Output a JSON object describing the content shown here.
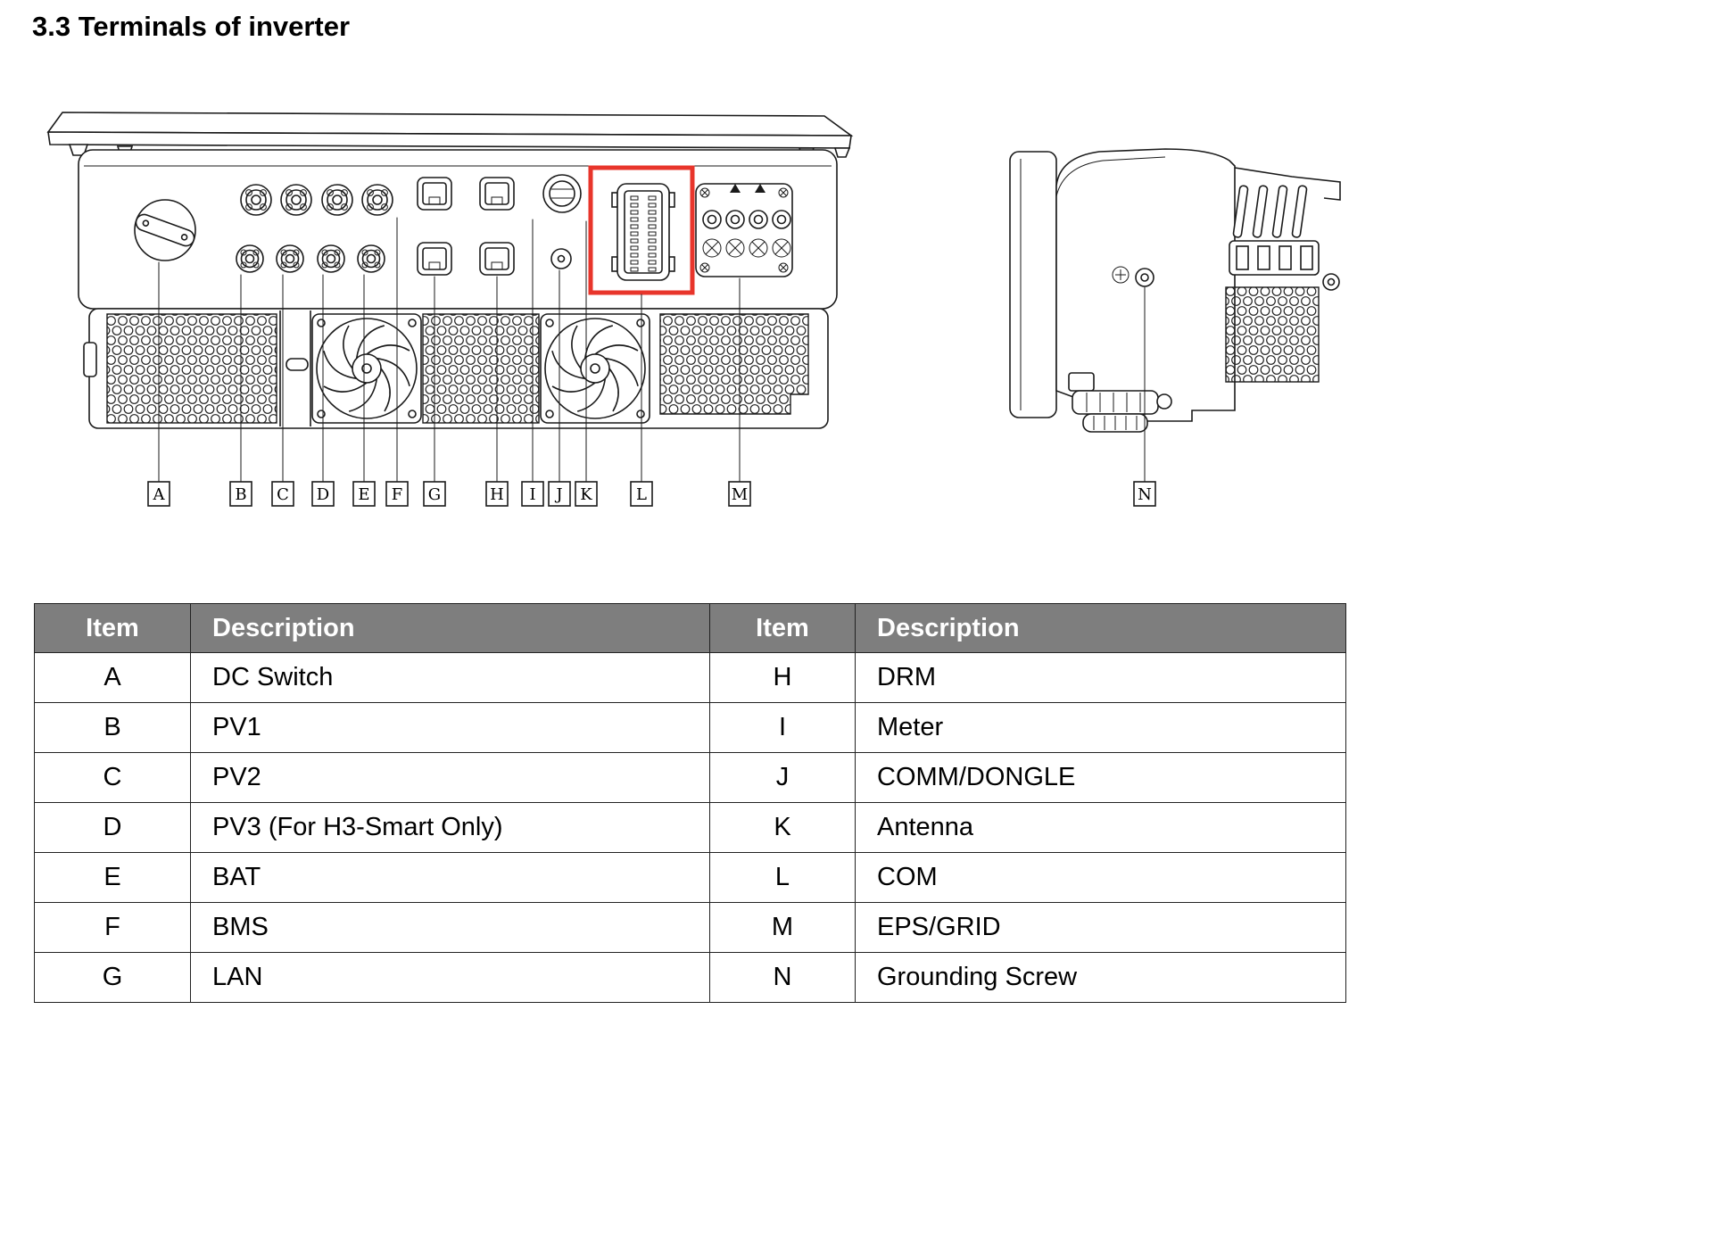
{
  "page": {
    "heading": "3.3 Terminals of inverter"
  },
  "diagram": {
    "highlight_color": "#e8352b",
    "callouts": [
      "A",
      "B",
      "C",
      "D",
      "E",
      "F",
      "G",
      "H",
      "I",
      "J",
      "K",
      "L",
      "M",
      "N"
    ]
  },
  "table": {
    "headers": [
      "Item",
      "Description",
      "Item",
      "Description"
    ],
    "rows": [
      [
        "A",
        "DC Switch",
        "H",
        "DRM"
      ],
      [
        "B",
        "PV1",
        "I",
        "Meter"
      ],
      [
        "C",
        "PV2",
        "J",
        "COMM/DONGLE"
      ],
      [
        "D",
        "PV3 (For H3-Smart Only)",
        "K",
        "Antenna"
      ],
      [
        "E",
        "BAT",
        "L",
        "COM"
      ],
      [
        "F",
        "BMS",
        "M",
        "EPS/GRID"
      ],
      [
        "G",
        "LAN",
        "N",
        "Grounding Screw"
      ]
    ]
  }
}
